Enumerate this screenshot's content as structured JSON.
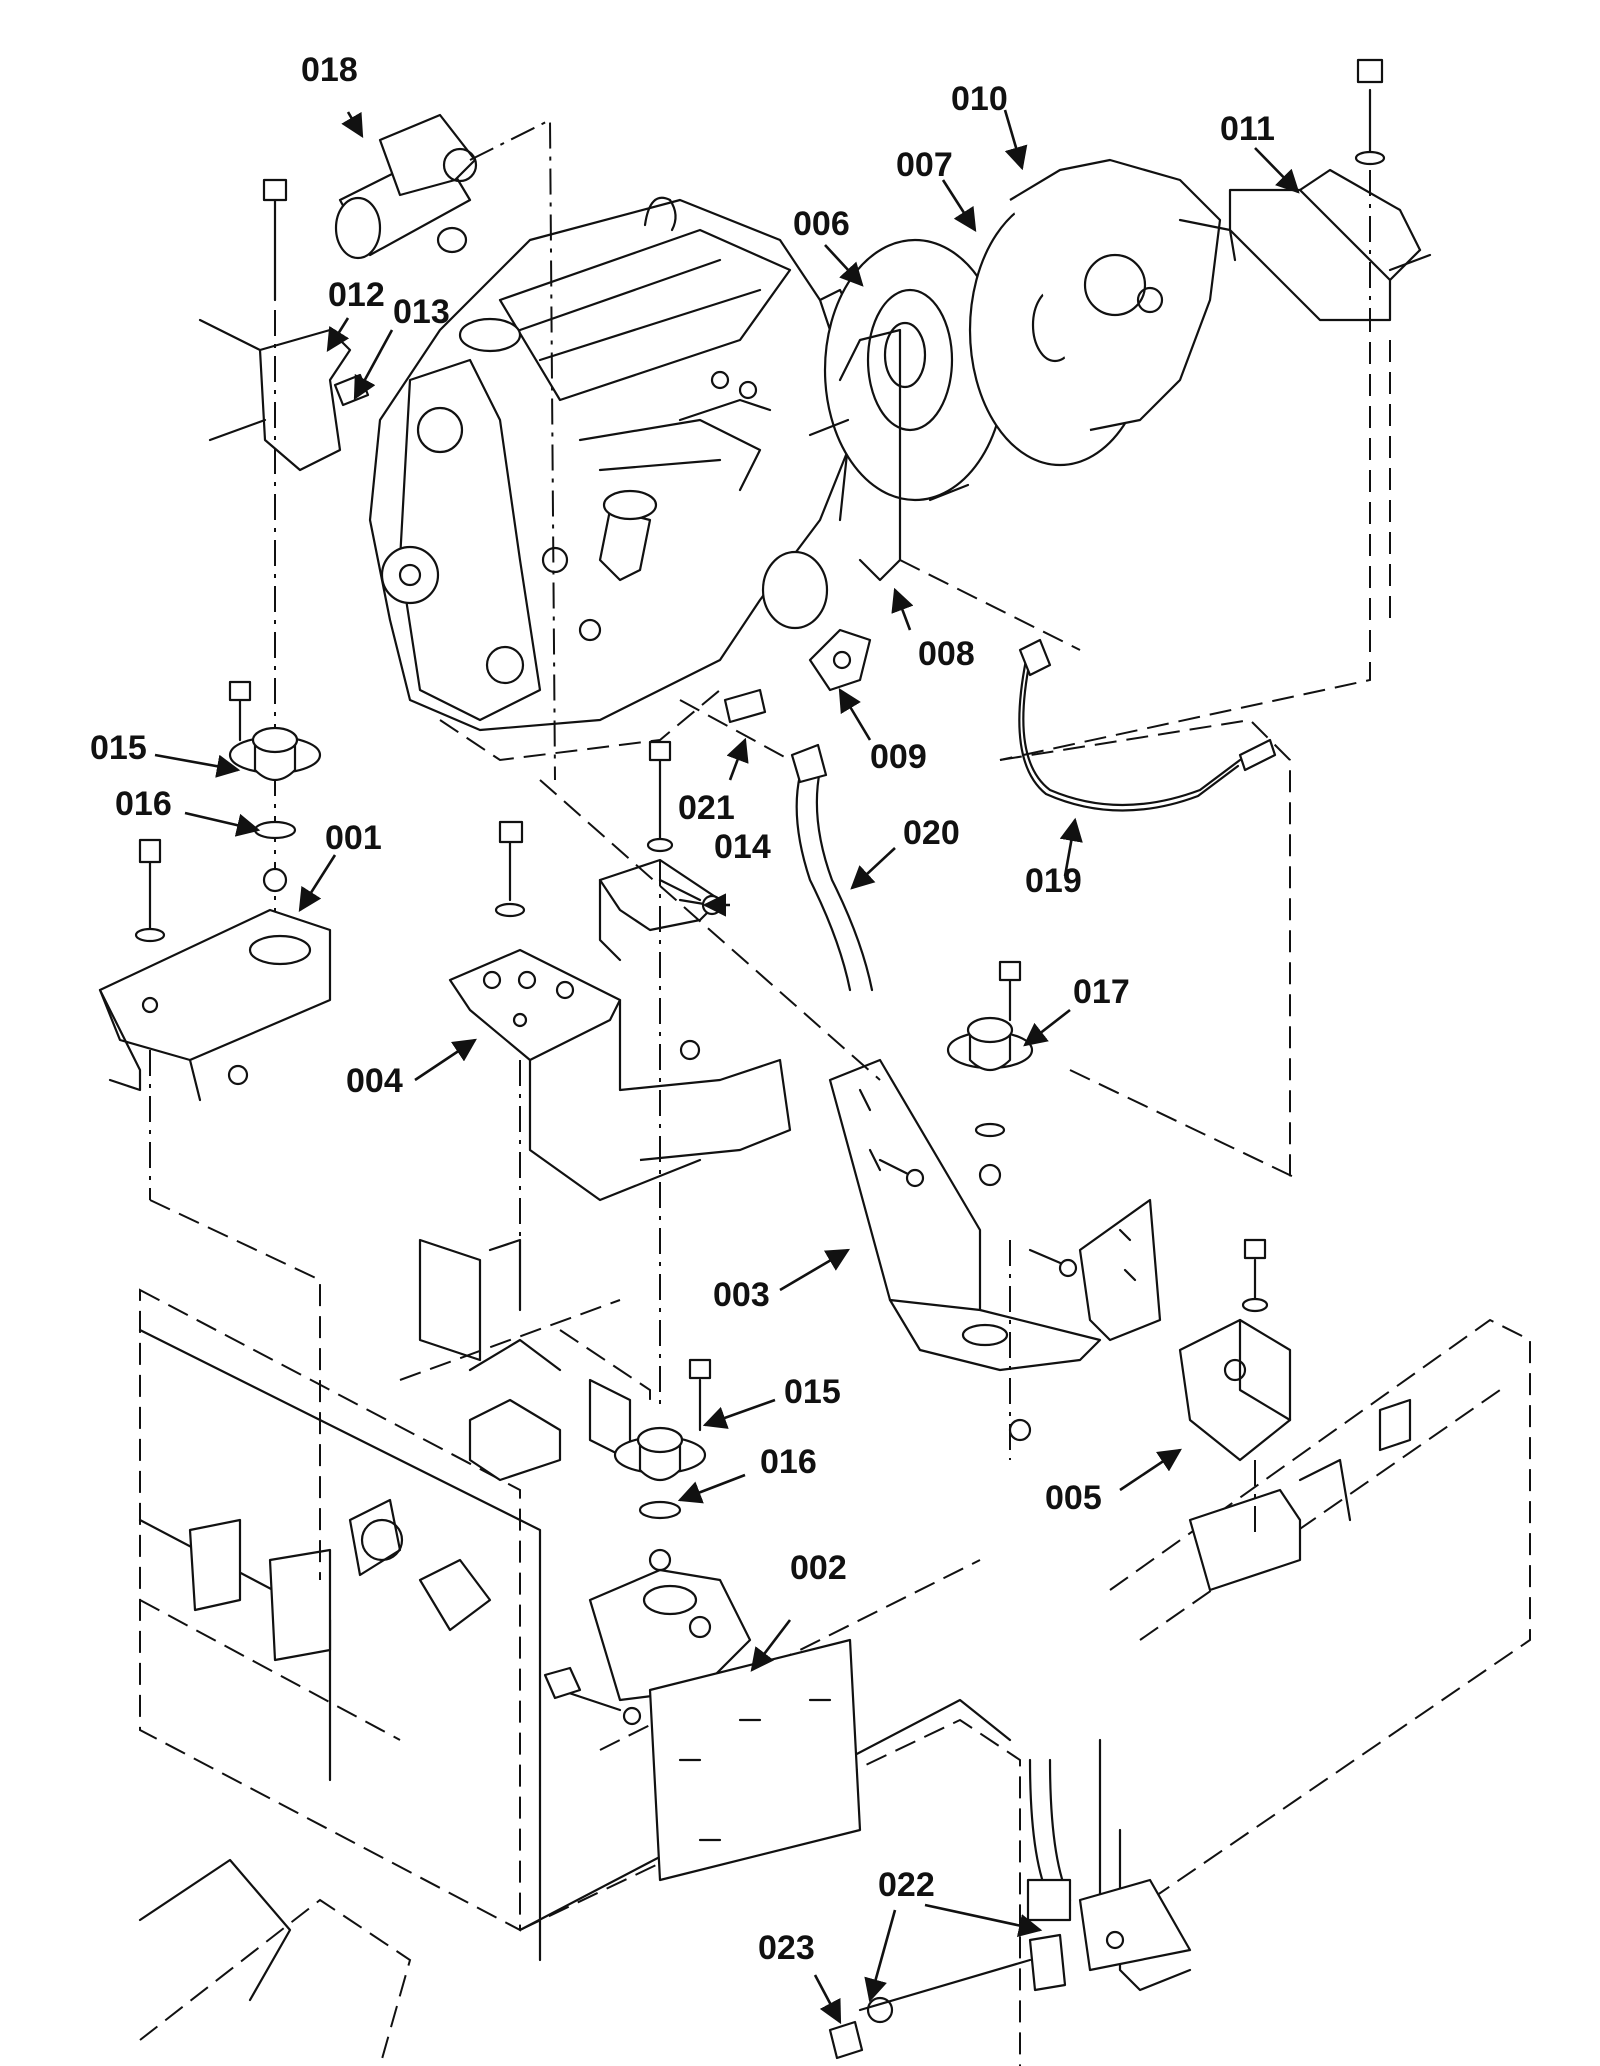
{
  "callouts": {
    "c001": "001",
    "c002": "002",
    "c003": "003",
    "c004": "004",
    "c005": "005",
    "c006": "006",
    "c007": "007",
    "c008": "008",
    "c009": "009",
    "c010": "010",
    "c011": "011",
    "c012": "012",
    "c013": "013",
    "c014": "014",
    "c015a": "015",
    "c015b": "015",
    "c016a": "016",
    "c016b": "016",
    "c017": "017",
    "c018": "018",
    "c019": "019",
    "c020": "020",
    "c021": "021",
    "c022": "022",
    "c023": "023"
  }
}
